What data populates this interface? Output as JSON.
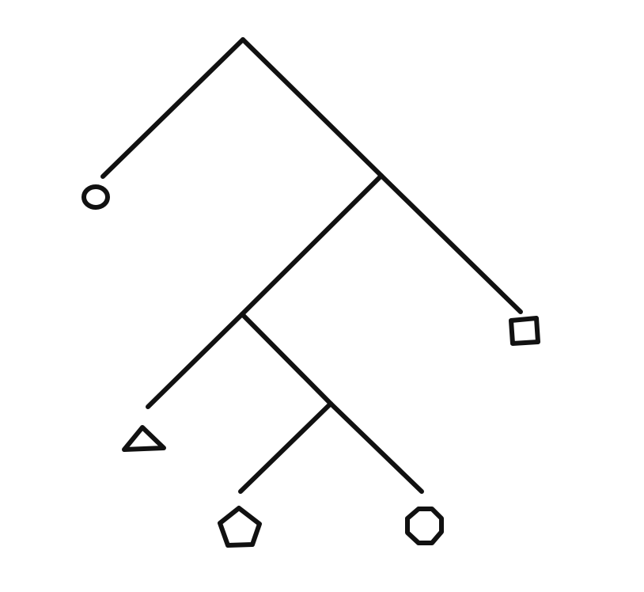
{
  "diagram": {
    "type": "binary-tree",
    "stroke_color": "#111111",
    "background_color": "#ffffff",
    "leaf_shapes": [
      "circle",
      "square",
      "triangle",
      "pentagon",
      "octagon"
    ],
    "structure": {
      "root": {
        "left": "circle",
        "right": {
          "left": {
            "left": "triangle",
            "right": {
              "left": "pentagon",
              "right": "octagon"
            }
          },
          "right": "square"
        }
      }
    }
  }
}
